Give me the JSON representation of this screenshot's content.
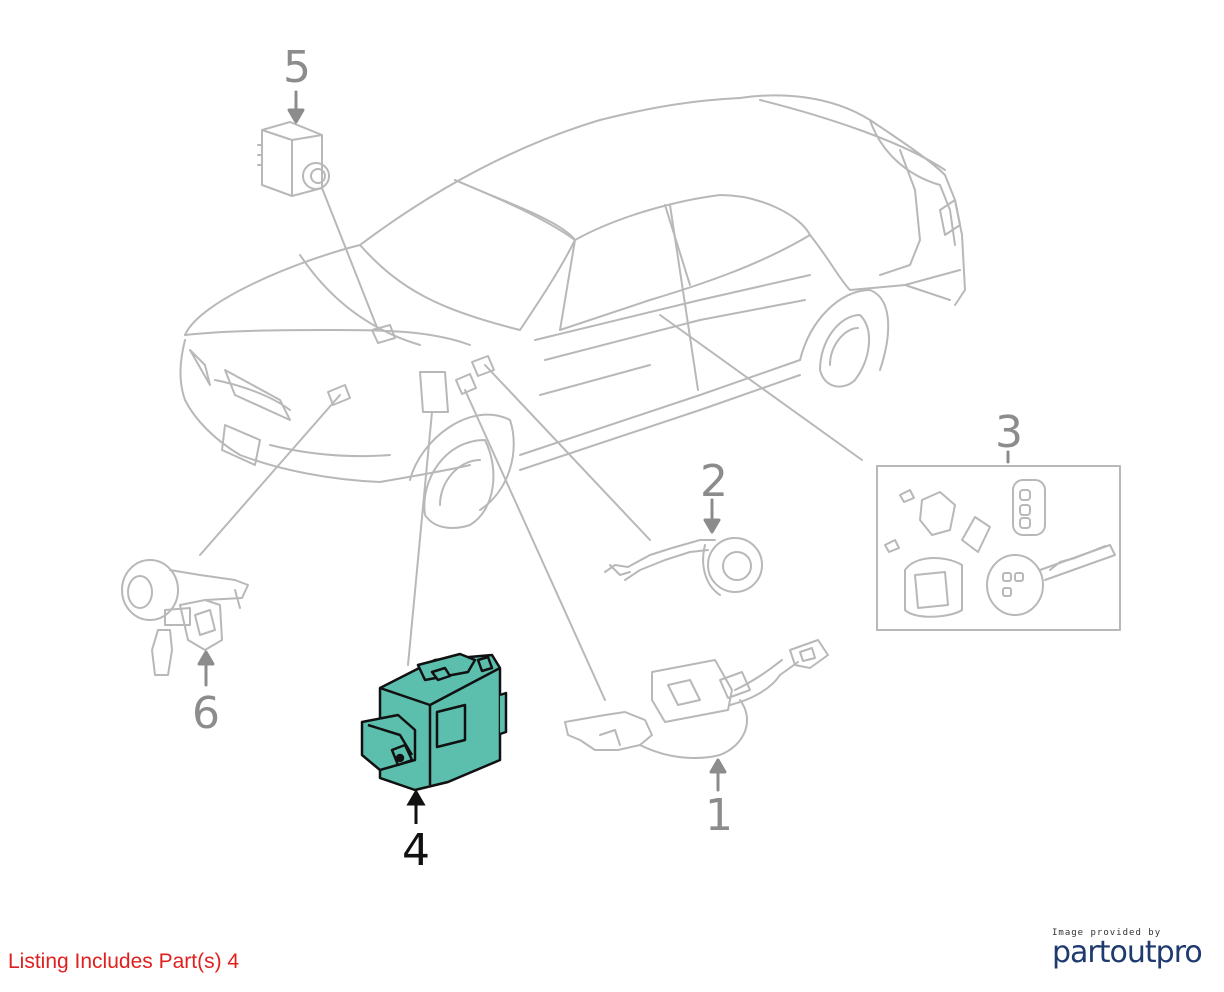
{
  "callouts": {
    "c1": "1",
    "c2": "2",
    "c3": "3",
    "c4": "4",
    "c5": "5",
    "c6": "6"
  },
  "caption": "Listing Includes Part(s) 4",
  "branding": {
    "provided_by": "Image provided by",
    "name_part1": "partout",
    "name_part2": "pro"
  },
  "colors": {
    "line": "#b8b8b8",
    "callout_gray": "#8c8c8c",
    "highlight_fill": "#5cbfae",
    "highlight_stroke": "#111111",
    "caption": "#e0201e",
    "brand": "#1e3a6e"
  }
}
